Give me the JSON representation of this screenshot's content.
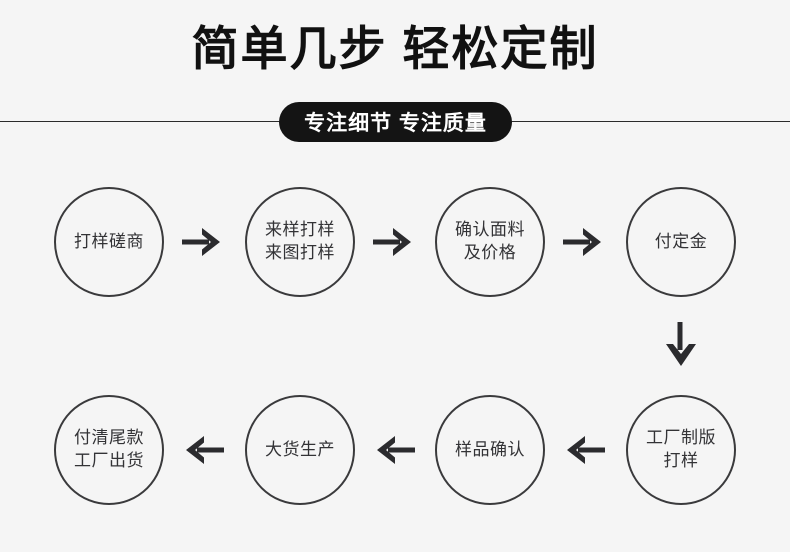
{
  "page": {
    "background_color": "#f5f5f5",
    "text_color": "#333336",
    "accent_color": "#141414",
    "circle_stroke_color": "#3a3a3c"
  },
  "header": {
    "title": "简单几步 轻松定制",
    "badge": "专注细节 专注质量"
  },
  "flow": {
    "row1": [
      {
        "id": "step-1",
        "label": "打样磋商"
      },
      {
        "id": "step-2",
        "label": "来样打样\n来图打样"
      },
      {
        "id": "step-3",
        "label": "确认面料\n及价格"
      },
      {
        "id": "step-4",
        "label": "付定金"
      }
    ],
    "row2": [
      {
        "id": "step-5",
        "label": "工厂制版\n打样"
      },
      {
        "id": "step-6",
        "label": "样品确认"
      },
      {
        "id": "step-7",
        "label": "大货生产"
      },
      {
        "id": "step-8",
        "label": "付清尾款\n工厂出货"
      }
    ],
    "connectors": [
      {
        "id": "connector-1",
        "icon": "arrow-right-icon",
        "from": "step-1",
        "to": "step-2"
      },
      {
        "id": "connector-2",
        "icon": "arrow-right-icon",
        "from": "step-2",
        "to": "step-3"
      },
      {
        "id": "connector-3",
        "icon": "arrow-right-icon",
        "from": "step-3",
        "to": "step-4"
      },
      {
        "id": "connector-4",
        "icon": "arrow-down-icon",
        "from": "step-4",
        "to": "step-5"
      },
      {
        "id": "connector-5",
        "icon": "arrow-left-icon",
        "from": "step-5",
        "to": "step-6"
      },
      {
        "id": "connector-6",
        "icon": "arrow-left-icon",
        "from": "step-6",
        "to": "step-7"
      },
      {
        "id": "connector-7",
        "icon": "arrow-left-icon",
        "from": "step-7",
        "to": "step-8"
      }
    ]
  }
}
